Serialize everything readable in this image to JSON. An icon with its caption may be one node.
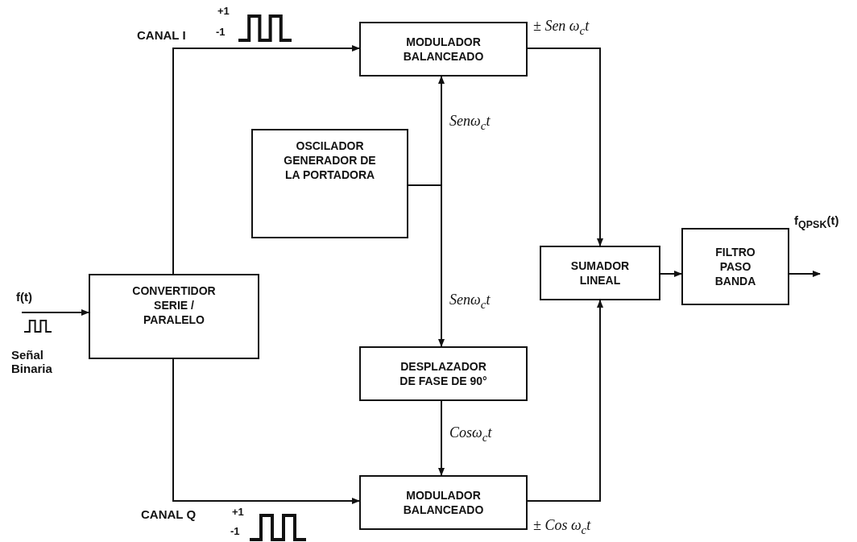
{
  "diagram": {
    "nodes": [
      {
        "text": [
          "CONVERTIDOR SERIE / PARALELO"
        ]
      },
      {
        "text": [
          "MODULADOR BALANCEADO"
        ]
      },
      {
        "text": [
          "OSCILADOR GENERADOR DE LA PORTADORA"
        ]
      },
      {
        "text": [
          "DESPLAZADOR DE FASE DE 90°"
        ]
      },
      {
        "text": [
          "MODULADOR BALANCEADO"
        ]
      },
      {
        "text": [
          "SUMADOR LINEAL"
        ]
      },
      {
        "text": [
          "FILTRO PASO BANDA"
        ]
      }
    ],
    "edges": [
      {
        "from": null,
        "to": 0,
        "arrow": "to",
        "label": "f(t)"
      },
      {
        "from": 0,
        "to": 1,
        "arrow": "to",
        "label": "CANAL I"
      },
      {
        "from": 0,
        "to": 4,
        "arrow": "to",
        "label": "CANAL Q"
      },
      {
        "from": 2,
        "to": 1,
        "arrow": "to",
        "label": "Senω$_{c}$t"
      },
      {
        "from": 2,
        "to": 3,
        "arrow": "to",
        "label": "Senω$_{c}$t"
      },
      {
        "from": 3,
        "to": 4,
        "arrow": "to",
        "label": "Cosω$_{c}$t"
      },
      {
        "from": 1,
        "to": 5,
        "arrow": "to",
        "label": "± Sen ω$_{c}$t"
      },
      {
        "from": 4,
        "to": 5,
        "arrow": "to",
        "label": "± Cos ω$_{c}$t"
      },
      {
        "from": 5,
        "to": 6,
        "arrow": "to"
      },
      {
        "from": 6,
        "to": null,
        "arrow": "to",
        "label": "f$_{QPSK}$(t)"
      }
    ],
    "labels": [
      "+1",
      "-1",
      "Señal Binaria",
      "+1",
      "-1"
    ]
  }
}
